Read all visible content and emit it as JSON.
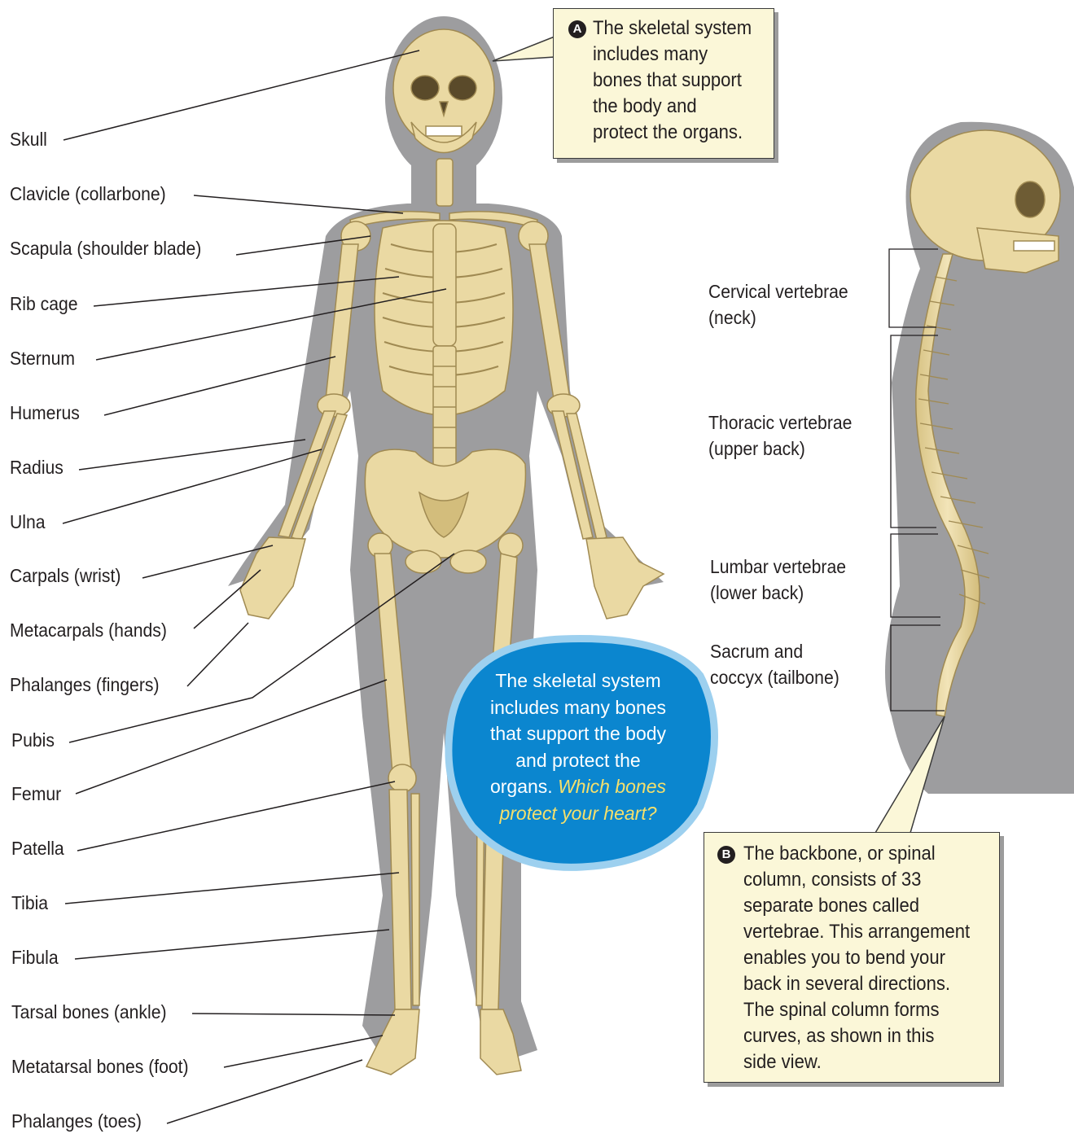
{
  "labels": {
    "skull": "Skull",
    "clavicle": "Clavicle (collarbone)",
    "scapula": "Scapula (shoulder blade)",
    "rib_cage": "Rib cage",
    "sternum": "Sternum",
    "humerus": "Humerus",
    "radius": "Radius",
    "ulna": "Ulna",
    "carpals": "Carpals (wrist)",
    "metacarpals": "Metacarpals (hands)",
    "phalanges_fingers": "Phalanges (fingers)",
    "pubis": "Pubis",
    "femur": "Femur",
    "patella": "Patella",
    "tibia": "Tibia",
    "fibula": "Fibula",
    "tarsals": "Tarsal bones (ankle)",
    "metatarsals": "Metatarsal bones (foot)",
    "phalanges_toes": "Phalanges (toes)"
  },
  "spine_labels": {
    "cervical": "Cervical vertebrae\n(neck)",
    "thoracic": "Thoracic vertebrae\n(upper back)",
    "lumbar": "Lumbar vertebrae\n(lower back)",
    "sacrum": "Sacrum and\ncoccyx (tailbone)"
  },
  "callout_a": {
    "badge": "A",
    "text": "The skeletal system\nincludes many\nbones that support\nthe body and\nprotect the organs."
  },
  "callout_b": {
    "badge": "B",
    "text": "The backbone, or spinal\ncolumn, consists of 33\nseparate bones called\nvertebrae. This arrangement\nenables you to bend your\nback in several directions.\nThe spinal column forms\ncurves, as shown in this\nside view."
  },
  "blue_bubble": {
    "line1": "The skeletal system",
    "line2": "includes many bones",
    "line3": "that support the body",
    "line4": "and protect the",
    "line5_plain": "organs. ",
    "line5_question": "Which bones",
    "line6_question": "protect your heart?"
  },
  "colors": {
    "bone": "#ead9a3",
    "bone_outline": "#a08a52",
    "silhouette": "#9d9d9f",
    "callout_fill": "#fbf7d8",
    "bubble_blue": "#0b86cf",
    "question_yellow": "#f5e06c"
  }
}
